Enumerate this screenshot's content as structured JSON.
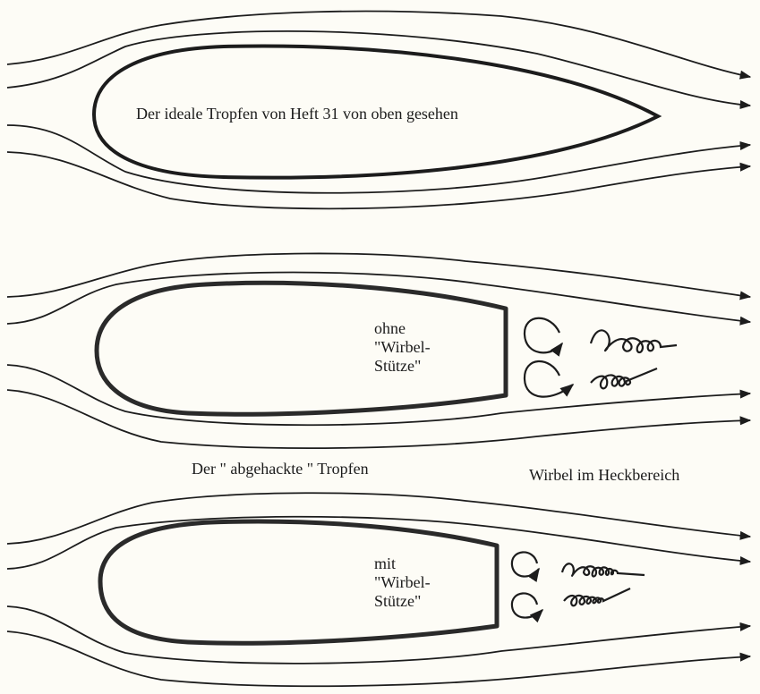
{
  "panels": {
    "ideal": {
      "label": "Der ideale Tropfen von Heft 31 von oben gesehen"
    },
    "chopped": {
      "inner_lines": [
        "ohne",
        "\"Wirbel-",
        "Stütze\""
      ],
      "caption": "Der \" abgehackte \" Tropfen",
      "wake_caption": "Wirbel im Heckbereich"
    },
    "supported": {
      "inner_lines": [
        "mit",
        "\"Wirbel-",
        "Stütze\""
      ]
    }
  },
  "colors": {
    "ink": "#1c1c1c",
    "body_outline": "#2a2a2a",
    "paper": "#fdfcf6"
  }
}
